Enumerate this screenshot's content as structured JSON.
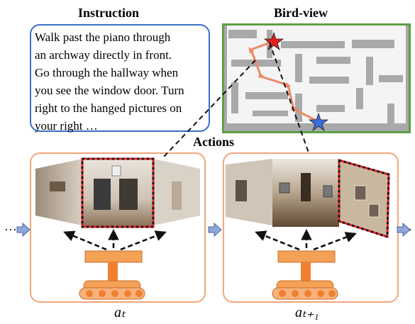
{
  "titles": {
    "instruction": "Instruction",
    "bird_view": "Bird-view",
    "actions": "Actions"
  },
  "instruction_lines": [
    "Walk past the piano through",
    "an archway directly  in front.",
    "Go through the hallway when",
    "you see the window door. Turn",
    "right to the hanged pictures on",
    "your right …"
  ],
  "action_labels": {
    "left": "aₜ",
    "right": "aₜ₊₁"
  },
  "colors": {
    "instruction_border": "#3a6fc4",
    "map_border": "#5ba043",
    "panel_border": "#f2a67a",
    "path": "#ee8866",
    "start_star": "#e02020",
    "goal_star": "#3b6fd9",
    "selected_view": "#e0202a",
    "robot": "#f4a055",
    "arrow": "#8fa6d6"
  },
  "icons": [
    "star-icon",
    "robot-agent-icon",
    "arrow-icon"
  ]
}
